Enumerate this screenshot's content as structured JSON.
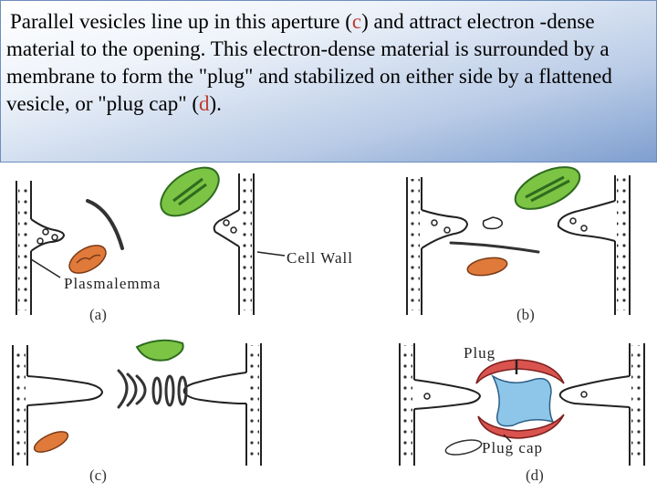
{
  "caption": {
    "part1": "Parallel vesicles line up in this aperture (",
    "letter_c": "c",
    "part2": ") and attract electron -dense material to the opening.  This electron-dense material is surrounded by a membrane to form the \"plug\" and stabilized on either side by a flattened vesicle, or \"plug cap\" (",
    "letter_d": "d",
    "part3": ")."
  },
  "figure": {
    "labels": {
      "cell_wall": "Cell Wall",
      "plasmalemma": "Plasmalemma",
      "plug": "Plug",
      "plug_cap": "Plug cap"
    },
    "panels": {
      "a": "(a)",
      "b": "(b)",
      "c": "(c)",
      "d": "(d)"
    }
  },
  "colors": {
    "accent_letter": "#c0392b",
    "chloroplast": "#7cc444",
    "mitochondrion": "#e07a3a",
    "plug": "#8ec6ea",
    "plug_cap": "#d9534f"
  }
}
